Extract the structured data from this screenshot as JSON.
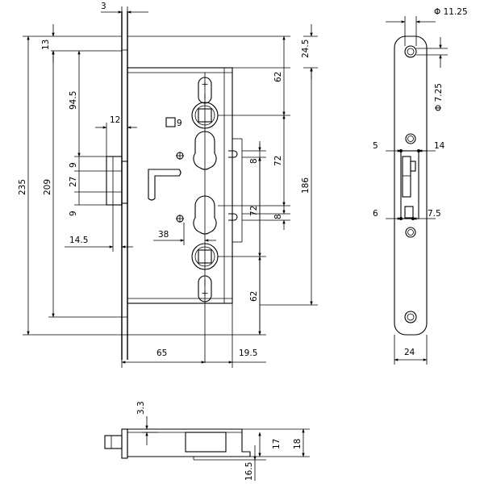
{
  "drawing": {
    "main_view": {
      "dimensions": {
        "faceplate_thickness": "3",
        "top_offset": "13",
        "overall_height": "235",
        "case_height": "209",
        "follower_offset": "94.5",
        "latch_width": "12",
        "square_spindle": "9",
        "bolt_upper": "9",
        "bolt_gap": "27",
        "bolt_lower": "9",
        "bolt_offset": "14.5",
        "knob_offset": "38",
        "top_to_follower": "62",
        "follower_to_cylinder": "72",
        "cylinder_width_upper": "8",
        "follower_span": "186",
        "cylinder_spacing": "72",
        "cylinder_width_lower": "8",
        "bottom_follower": "62",
        "top_right_offset": "24.5",
        "backset": "65",
        "case_depth": "19.5"
      }
    },
    "side_view": {
      "dimensions": {
        "screw_hole_diameter": "Φ 11.25",
        "inner_diameter": "Φ 7.25",
        "latch_top": "5",
        "latch_right": "14",
        "bolt_left": "6",
        "bolt_right": "7.5",
        "faceplate_width": "24"
      }
    },
    "bottom_view": {
      "dimensions": {
        "plate_thickness": "3.3",
        "case_thickness": "17",
        "overall_thickness": "18",
        "total_depth": "16.5"
      }
    }
  }
}
